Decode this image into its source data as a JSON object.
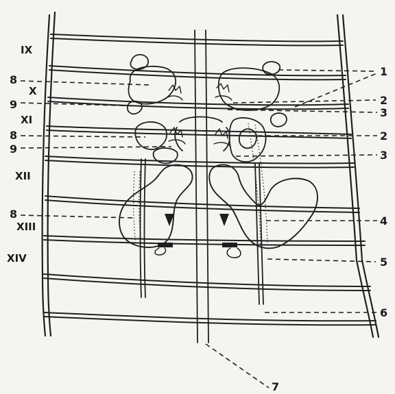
{
  "segments": [
    "IX",
    "X",
    "XI",
    "XII",
    "XIII",
    "XIV"
  ],
  "left_numbers": [
    "8",
    "9",
    "8",
    "9",
    "8"
  ],
  "right_numbers": [
    "1",
    "2",
    "3",
    "2",
    "3",
    "4",
    "5",
    "6"
  ],
  "bottom_number": "7"
}
